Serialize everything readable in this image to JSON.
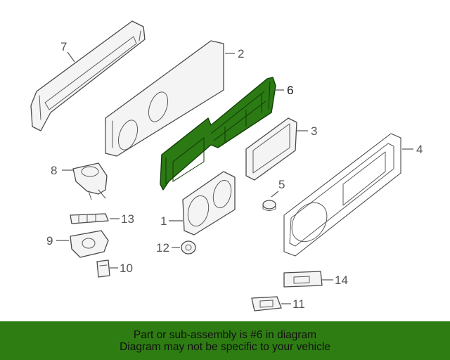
{
  "callouts": {
    "c1": "1",
    "c2": "2",
    "c3": "3",
    "c4": "4",
    "c5": "5",
    "c6": "6",
    "c7": "7",
    "c8": "8",
    "c9": "9",
    "c10": "10",
    "c11": "11",
    "c12": "12",
    "c13": "13",
    "c14": "14"
  },
  "highlighted_part": "6",
  "colors": {
    "highlight": "#2c7a14",
    "banner_bg": "#2e7d12"
  },
  "banner": {
    "line1": "Part or sub-assembly is #6 in diagram",
    "line2": "Diagram may not be specific to your vehicle"
  }
}
